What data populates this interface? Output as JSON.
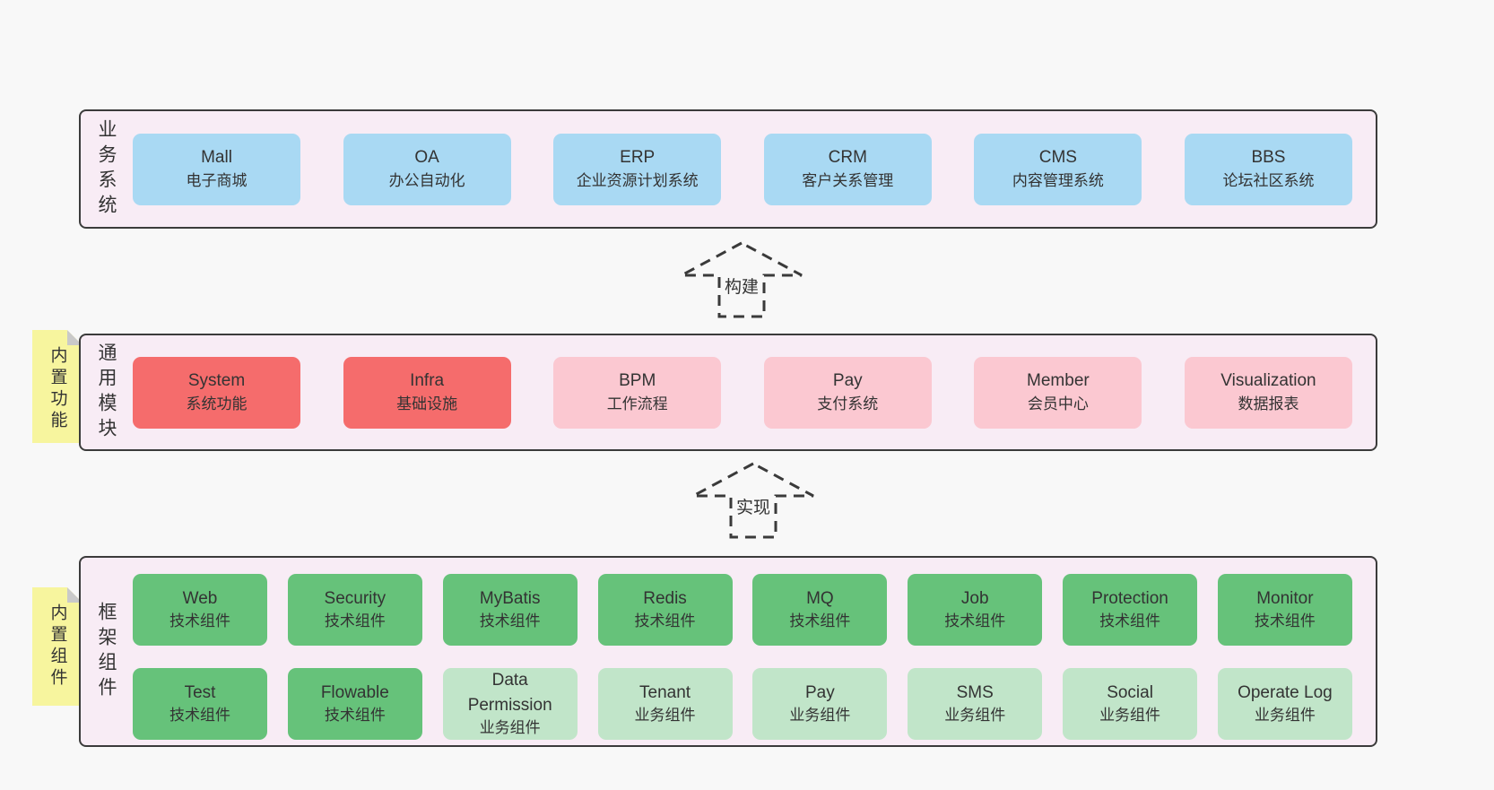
{
  "colors": {
    "page_bg": "#f8f8f8",
    "panel_bg": "#f8ecf5",
    "panel_border": "#3b3b3b",
    "blue": "#a9d9f3",
    "red": "#f56c6c",
    "pink": "#fbc8d1",
    "green": "#66c27a",
    "light_green": "#c1e5c9",
    "tag_yellow": "#f7f59e",
    "tag_fold": "#c9c9c9",
    "text": "#333333"
  },
  "sections": {
    "business": {
      "label": "业务系统",
      "boxes": [
        {
          "name": "Mall",
          "desc": "电子商城",
          "variant": "blue"
        },
        {
          "name": "OA",
          "desc": "办公自动化",
          "variant": "blue"
        },
        {
          "name": "ERP",
          "desc": "企业资源计划系统",
          "variant": "blue"
        },
        {
          "name": "CRM",
          "desc": "客户关系管理",
          "variant": "blue"
        },
        {
          "name": "CMS",
          "desc": "内容管理系统",
          "variant": "blue"
        },
        {
          "name": "BBS",
          "desc": "论坛社区系统",
          "variant": "blue"
        }
      ]
    },
    "modules": {
      "label": "通用模块",
      "tag": "内置功能",
      "boxes": [
        {
          "name": "System",
          "desc": "系统功能",
          "variant": "red"
        },
        {
          "name": "Infra",
          "desc": "基础设施",
          "variant": "red"
        },
        {
          "name": "BPM",
          "desc": "工作流程",
          "variant": "pink"
        },
        {
          "name": "Pay",
          "desc": "支付系统",
          "variant": "pink"
        },
        {
          "name": "Member",
          "desc": "会员中心",
          "variant": "pink"
        },
        {
          "name": "Visualization",
          "desc": "数据报表",
          "variant": "pink"
        }
      ]
    },
    "components": {
      "label": "框架组件",
      "tag": "内置组件",
      "rows": [
        [
          {
            "name": "Web",
            "desc": "技术组件",
            "variant": "green"
          },
          {
            "name": "Security",
            "desc": "技术组件",
            "variant": "green"
          },
          {
            "name": "MyBatis",
            "desc": "技术组件",
            "variant": "green"
          },
          {
            "name": "Redis",
            "desc": "技术组件",
            "variant": "green"
          },
          {
            "name": "MQ",
            "desc": "技术组件",
            "variant": "green"
          },
          {
            "name": "Job",
            "desc": "技术组件",
            "variant": "green"
          },
          {
            "name": "Protection",
            "desc": "技术组件",
            "variant": "green"
          },
          {
            "name": "Monitor",
            "desc": "技术组件",
            "variant": "green"
          }
        ],
        [
          {
            "name": "Test",
            "desc": "技术组件",
            "variant": "green"
          },
          {
            "name": "Flowable",
            "desc": "技术组件",
            "variant": "green"
          },
          {
            "name": "Data Permission",
            "desc": "业务组件",
            "variant": "lightgreen"
          },
          {
            "name": "Tenant",
            "desc": "业务组件",
            "variant": "lightgreen"
          },
          {
            "name": "Pay",
            "desc": "业务组件",
            "variant": "lightgreen"
          },
          {
            "name": "SMS",
            "desc": "业务组件",
            "variant": "lightgreen"
          },
          {
            "name": "Social",
            "desc": "业务组件",
            "variant": "lightgreen"
          },
          {
            "name": "Operate Log",
            "desc": "业务组件",
            "variant": "lightgreen"
          }
        ]
      ]
    }
  },
  "arrows": [
    {
      "label": "构建"
    },
    {
      "label": "实现"
    }
  ]
}
